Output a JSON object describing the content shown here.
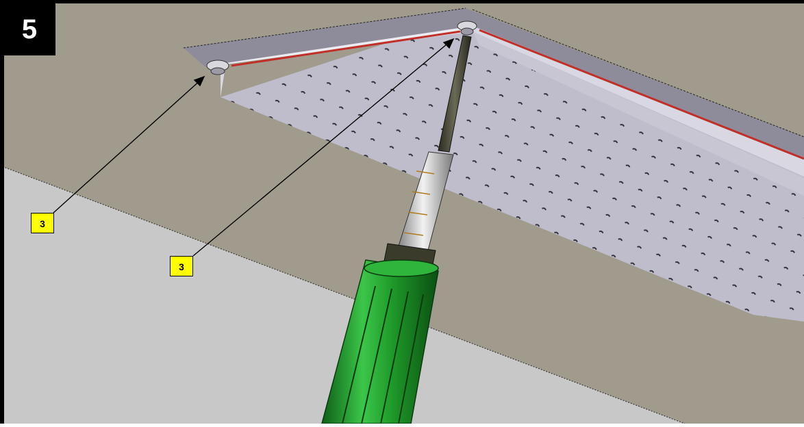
{
  "step": {
    "number": "5"
  },
  "callouts": [
    {
      "label": "3"
    },
    {
      "label": "3"
    }
  ],
  "colors": {
    "ceiling": "#a09b8c",
    "wall": "#c8c8c8",
    "tray_face": "#bcbac8",
    "tray_bottom": "#d2d0dc",
    "gasket": "#c03028",
    "screwdriver_handle": "#1f9a2a",
    "callout_fill": "#ffff00",
    "badge_fill": "#000000"
  },
  "icons": {
    "tool": "screwdriver-icon",
    "fastener": "screw-icon"
  }
}
